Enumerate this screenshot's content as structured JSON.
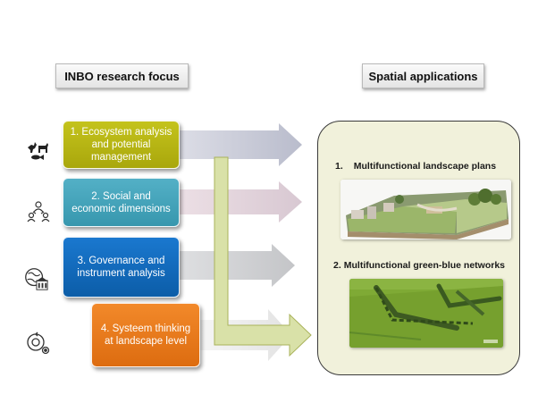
{
  "headers": {
    "left": "INBO research focus",
    "right": "Spatial applications"
  },
  "focus_areas": [
    {
      "label": "1. Ecosystem analysis and potential management",
      "color": "#b6b414",
      "icon": "animals-icon"
    },
    {
      "label": "2. Social and economic dimensions",
      "color": "#45a3ba",
      "icon": "people-network-icon"
    },
    {
      "label": "3. Governance and instrument analysis",
      "color": "#1168bb",
      "icon": "globe-institution-icon"
    },
    {
      "label": "4. Systeem thinking at landscape level",
      "color": "#e77a1c",
      "icon": "systems-cycle-icon"
    }
  ],
  "applications": [
    {
      "number": "1.",
      "title": "Multifunctional landscape plans",
      "image": "landscape-model-image"
    },
    {
      "number": "2.",
      "title": "Multifunctional green-blue networks",
      "image": "green-hedgerow-aerial-image"
    }
  ],
  "arrow_colors": {
    "arrow_1": "#c8cad8",
    "arrow_2": "#e2d2da",
    "arrow_3": "#cfd0d2",
    "arrow_4": "#ececec",
    "connector": "#d8e0a6"
  }
}
